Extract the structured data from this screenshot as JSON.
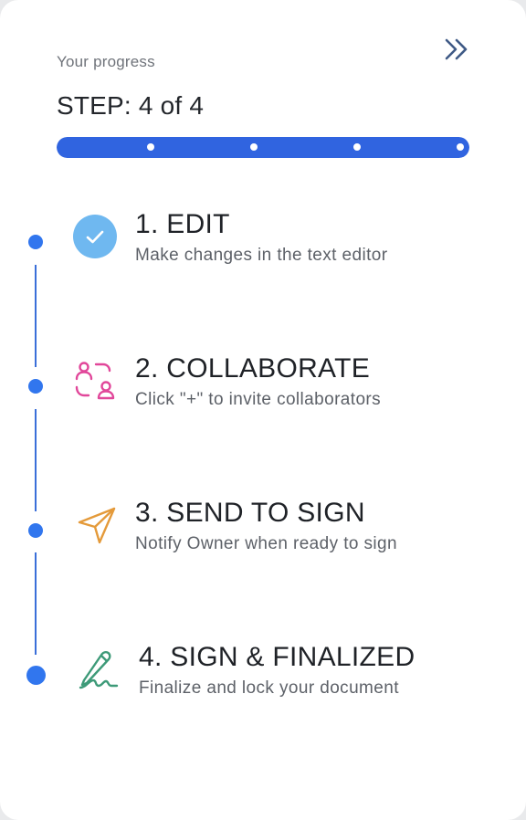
{
  "progress": {
    "label": "Your progress",
    "step_text": "STEP: 4 of 4",
    "current_step": 4,
    "total_steps": 4,
    "fill_fraction": 1.0
  },
  "header": {
    "collapse_icon": "double-chevron-right-icon"
  },
  "steps": [
    {
      "title": "1. EDIT",
      "description": "Make changes in the text editor",
      "icon": "check-circle-icon",
      "color": "#6fb8f0",
      "completed": true
    },
    {
      "title": "2. COLLABORATE",
      "description": "Click \"+\" to invite collaborators",
      "icon": "users-icon",
      "color": "#e1479a"
    },
    {
      "title": "3. SEND TO SIGN",
      "description": "Notify Owner when ready to sign",
      "icon": "send-icon",
      "color": "#e49a3a"
    },
    {
      "title": "4. SIGN & FINALIZED",
      "description": "Finalize and lock your document",
      "icon": "signature-icon",
      "color": "#3d9a78",
      "current": true
    }
  ],
  "colors": {
    "accent": "#3064e0",
    "timeline": "#3176ee"
  }
}
